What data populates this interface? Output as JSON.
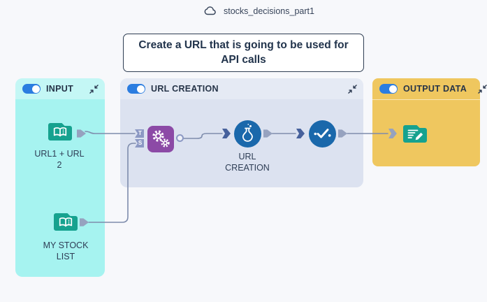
{
  "header": {
    "project_name": "stocks_decisions_part1"
  },
  "note": {
    "text": "Create a URL that is going to be used for API calls"
  },
  "groups": {
    "input": {
      "label": "INPUT",
      "enabled": true
    },
    "url_creation": {
      "label": "URL CREATION",
      "enabled": true
    },
    "output_data": {
      "label": "OUTPUT DATA",
      "enabled": true
    }
  },
  "nodes": {
    "url1_url2": {
      "label": "URL1 + URL 2",
      "type": "dataset",
      "icon": "book-icon"
    },
    "my_stock_list": {
      "label": "MY STOCK LIST",
      "type": "dataset",
      "icon": "book-icon"
    },
    "prepare": {
      "type": "prepare-recipe",
      "icon": "gears-icon",
      "input_ports": [
        "T",
        "S"
      ]
    },
    "url_creation_recipe": {
      "label": "URL CREATION",
      "type": "recipe",
      "icon": "flask-icon"
    },
    "verify": {
      "type": "verify-recipe",
      "icon": "check-icon"
    },
    "output_dataset": {
      "type": "editable-dataset",
      "icon": "edit-note-icon"
    }
  },
  "edges": [
    {
      "from": "url1_url2",
      "to": "prepare",
      "port": "T"
    },
    {
      "from": "my_stock_list",
      "to": "prepare",
      "port": "S"
    },
    {
      "from": "prepare",
      "to": "url_creation_recipe"
    },
    {
      "from": "url_creation_recipe",
      "to": "verify"
    },
    {
      "from": "verify",
      "to": "output_dataset"
    }
  ],
  "colors": {
    "input_group": "#a6f3f0",
    "url_creation_group": "#dce2f0",
    "output_group": "#efc75f",
    "dataset_node": "#16a28f",
    "prepare_node": "#8c4aa6",
    "recipe_node": "#1a68ab",
    "toggle_on": "#2b7de0",
    "connector": "#7e8cac"
  }
}
